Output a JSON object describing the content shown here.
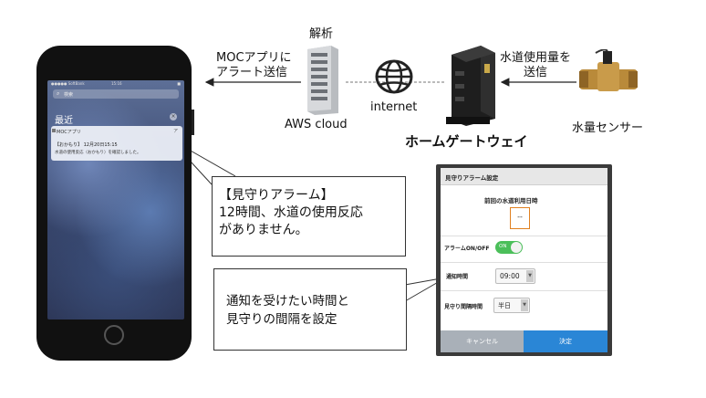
{
  "phone": {
    "status_carrier": "●●●●● SoftBank",
    "status_time": "15:16",
    "status_battery": "■",
    "search_placeholder": "検索",
    "recent_label": "最近",
    "recent_close": "×",
    "notification": {
      "app_name": "MOCアプリ",
      "close": "ア",
      "line1": "【おかもり】 12月20日15:15",
      "line2": "水道の使用反応（おかもり）を確認しました。"
    }
  },
  "callout_alarm": {
    "line1": "【見守りアラーム】",
    "line2": "12時間、水道の使用反応",
    "line3": "がありません。"
  },
  "callout_settings": {
    "line1": "通知を受けたい時間と",
    "line2": "見守りの間隔を設定"
  },
  "diagram": {
    "moc_line1": "MOCアプリに",
    "moc_line2": "アラート送信",
    "analysis_label": "解析",
    "aws_label": "AWS cloud",
    "internet_label": "internet",
    "gateway_label": "ホームゲートウェイ",
    "water_line1": "水道使用量を",
    "water_line2": "送信",
    "sensor_label": "水量センサー"
  },
  "settings_panel": {
    "title": "見守りアラーム設定",
    "last_use_label": "前回の水道利用日時",
    "last_use_value": "--",
    "alarm_label": "アラームON/OFF",
    "toggle_label": "ON",
    "alarm_on": true,
    "notify_time_label": "通知時間",
    "notify_time_value": "09:00",
    "interval_label": "見守り間隔時間",
    "interval_value": "半日",
    "caret": "▼",
    "cancel_label": "キャンセル",
    "ok_label": "決定"
  },
  "colors": {
    "toggle_on": "#4bbf5a",
    "ok_button": "#2a86d6",
    "cancel_button": "#a9b0b8",
    "last_use_border": "#e08020"
  }
}
